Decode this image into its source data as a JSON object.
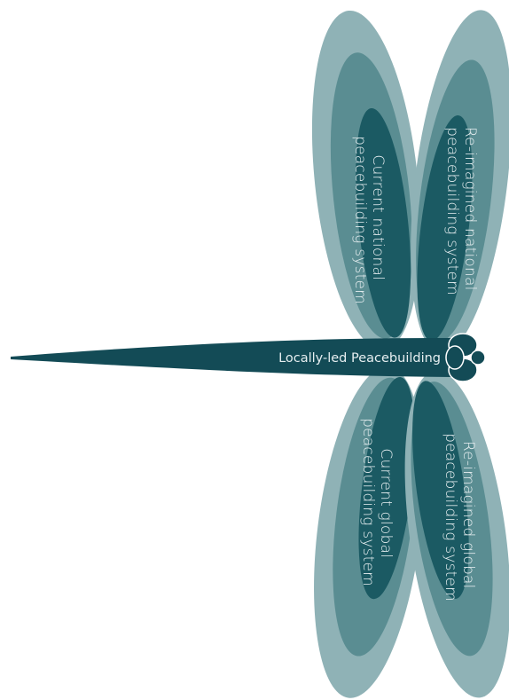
{
  "diagram": {
    "body_label": "Locally-led Peacebuilding",
    "wings": {
      "upper_left": {
        "line1": "Current national",
        "line2": "peacebuilding system"
      },
      "upper_right": {
        "line1": "Re-imagined national",
        "line2": "peacebuilding system"
      },
      "lower_left": {
        "line1": "Current global",
        "line2": "peacebuilding system"
      },
      "lower_right": {
        "line1": "Re-imagined global",
        "line2": "peacebuilding system"
      }
    },
    "colors": {
      "outer_wing": "#8fb2b6",
      "middle_wing": "#5a8d92",
      "inner_wing": "#1b5a63",
      "body": "#134b56",
      "text": "#e6eef0",
      "background": "#ffffff"
    }
  }
}
